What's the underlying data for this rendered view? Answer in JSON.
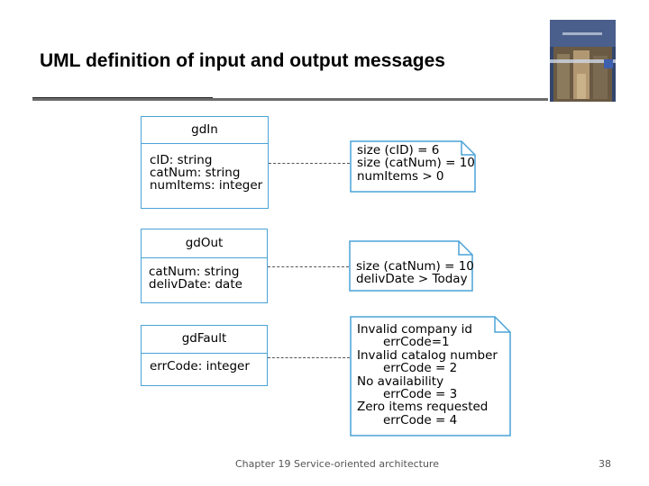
{
  "slide": {
    "title": "UML definition of input and output messages",
    "footer": "Chapter 19 Service-oriented architecture",
    "page_number": "38"
  },
  "colors": {
    "class_border": "#4aa3d8",
    "note_border": "#4aa3d8",
    "dash": "#555555"
  },
  "classes": [
    {
      "name": "gdIn",
      "attributes": [
        "cID: string",
        "catNum: string",
        "numItems: integer"
      ]
    },
    {
      "name": "gdOut",
      "attributes": [
        "catNum: string",
        "delivDate: date"
      ]
    },
    {
      "name": "gdFault",
      "attributes": [
        "errCode: integer"
      ]
    }
  ],
  "notes": [
    {
      "lines": [
        "size (cID) = 6",
        "size (catNum) = 10",
        "numItems > 0"
      ]
    },
    {
      "lines": [
        "size (catNum) = 10",
        "delivDate > Today"
      ]
    },
    {
      "lines": [
        "Invalid company id",
        "errCode=1",
        "Invalid catalog number",
        "errCode = 2",
        "No availability",
        "errCode = 3",
        "Zero items requested",
        "errCode = 4"
      ]
    }
  ]
}
